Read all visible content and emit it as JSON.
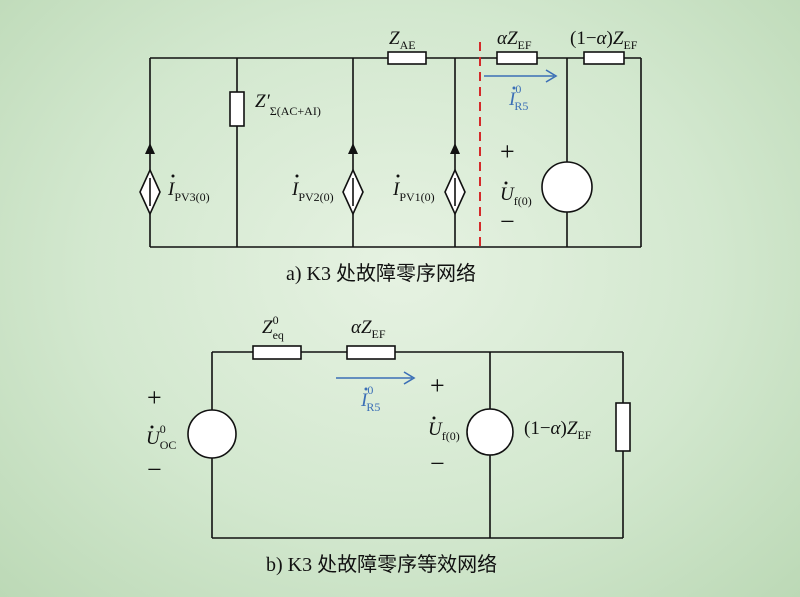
{
  "caption_a": "a) K3 处故障零序网络",
  "caption_b": "b) K3 处故障零序等效网络",
  "a": {
    "z_ae": {
      "main": "Z",
      "sub": "AE"
    },
    "alpha_z_ef": {
      "main": "αZ",
      "sub": "EF"
    },
    "one_minus_alpha_z_ef": {
      "pre": "(1−",
      "alpha": "α",
      "post": ")",
      "main": "Z",
      "sub": "EF"
    },
    "z_sigma": {
      "main": "Z′",
      "sub": "Σ(AC+AI)"
    },
    "i_pv3": {
      "main": "I",
      "sub": "PV3(0)"
    },
    "i_pv2": {
      "main": "I",
      "sub": "PV2(0)"
    },
    "i_pv1": {
      "main": "I",
      "sub": "PV1(0)"
    },
    "i_r5": {
      "main": "I",
      "sup": "0",
      "sub": "R5"
    },
    "u_f": {
      "main": "U",
      "sub": "f(0)"
    },
    "plus": "+",
    "minus": "−"
  },
  "b": {
    "z_eq": {
      "main": "Z",
      "sup": "0",
      "sub": "eq"
    },
    "alpha_z_ef": {
      "main": "αZ",
      "sub": "EF"
    },
    "i_r5": {
      "main": "I",
      "sup": "0",
      "sub": "R5"
    },
    "u_oc": {
      "main": "U",
      "sup": "0",
      "sub": "OC"
    },
    "u_f": {
      "main": "U",
      "sub": "f(0)"
    },
    "one_minus_alpha_z_ef": {
      "pre": "(1−",
      "alpha": "α",
      "post": ")",
      "main": "Z",
      "sub": "EF"
    },
    "plus": "+",
    "minus": "−"
  },
  "colors": {
    "wire": "#111111",
    "fault_line": "#d42a2a",
    "current_arrow": "#3b6fb6"
  }
}
